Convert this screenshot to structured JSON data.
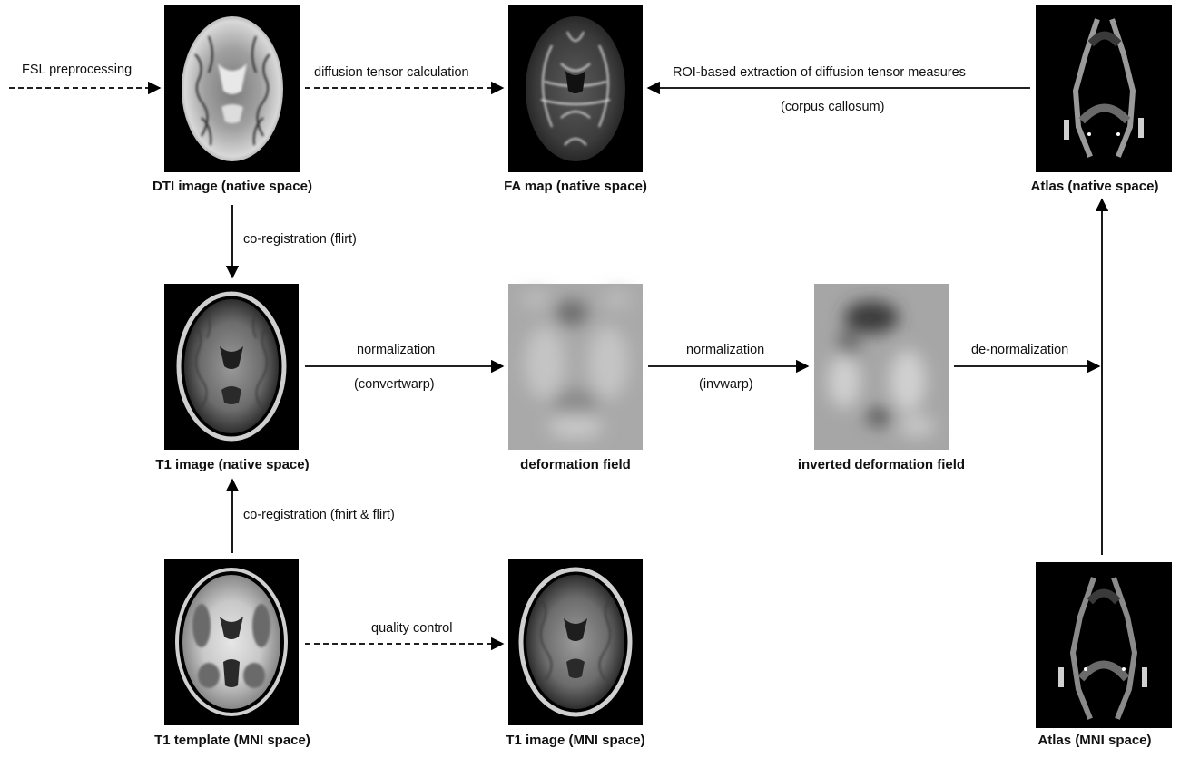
{
  "nodes": {
    "dti": "DTI image (native space)",
    "fa": "FA map (native space)",
    "atlas_native": "Atlas (native space)",
    "t1_native": "T1 image (native space)",
    "deformation": "deformation field",
    "inv_deformation": "inverted deformation field",
    "t1_template": "T1 template (MNI space)",
    "t1_mni": "T1 image (MNI space)",
    "atlas_mni": "Atlas (MNI space)"
  },
  "edges": {
    "fsl": "FSL preprocessing",
    "tensor": "diffusion tensor calculation",
    "roi_1": "ROI-based extraction of diffusion tensor measures",
    "roi_2": "(corpus callosum)",
    "coreg_flirt": "co-registration (flirt)",
    "norm1_1": "normalization",
    "norm1_2": "(convertwarp)",
    "norm2_1": "normalization",
    "norm2_2": "(invwarp)",
    "denorm": "de-normalization",
    "coreg_fnirt": "co-registration (fnirt & flirt)",
    "qc": "quality control"
  }
}
